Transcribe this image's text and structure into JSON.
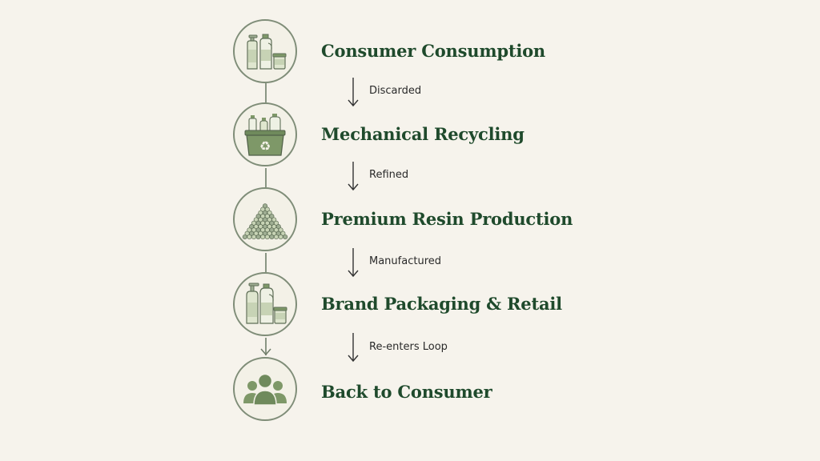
{
  "steps": [
    {
      "title": "Consumer Consumption",
      "icon": "bottles-icon"
    },
    {
      "title": "Mechanical Recycling",
      "icon": "recycling-bin-icon"
    },
    {
      "title": "Premium Resin Production",
      "icon": "resin-pellets-icon"
    },
    {
      "title": "Brand Packaging & Retail",
      "icon": "packaging-icon"
    },
    {
      "title": "Back to Consumer",
      "icon": "consumer-group-icon"
    }
  ],
  "transitions": [
    "Discarded",
    "Refined",
    "Manufactured",
    "Re-enters Loop"
  ],
  "colors": {
    "background": "#f6f3ec",
    "title": "#1f4a2c",
    "icon_fill": "#7e9868",
    "icon_light": "#dfe6cf",
    "icon_stroke": "#5f6f57"
  }
}
